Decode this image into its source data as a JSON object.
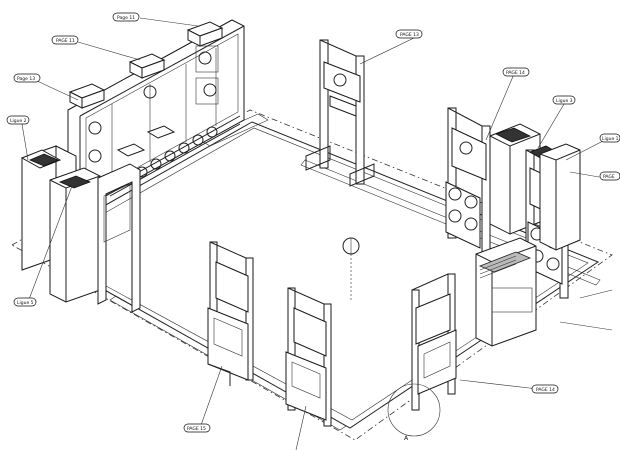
{
  "callouts": [
    {
      "label": "Page 11"
    },
    {
      "label": "PAGE 11"
    },
    {
      "label": "PAGE 13"
    },
    {
      "label": "Page 13"
    },
    {
      "label": "Ligue 2"
    },
    {
      "label": "Ligue 5"
    },
    {
      "label": "PAGE 14"
    },
    {
      "label": "Ligue 3"
    },
    {
      "label": "Ligue 1"
    },
    {
      "label": "PAGE"
    },
    {
      "label": "PAGE 14"
    },
    {
      "label": "PAGE 15"
    }
  ],
  "detail_marker": "A"
}
